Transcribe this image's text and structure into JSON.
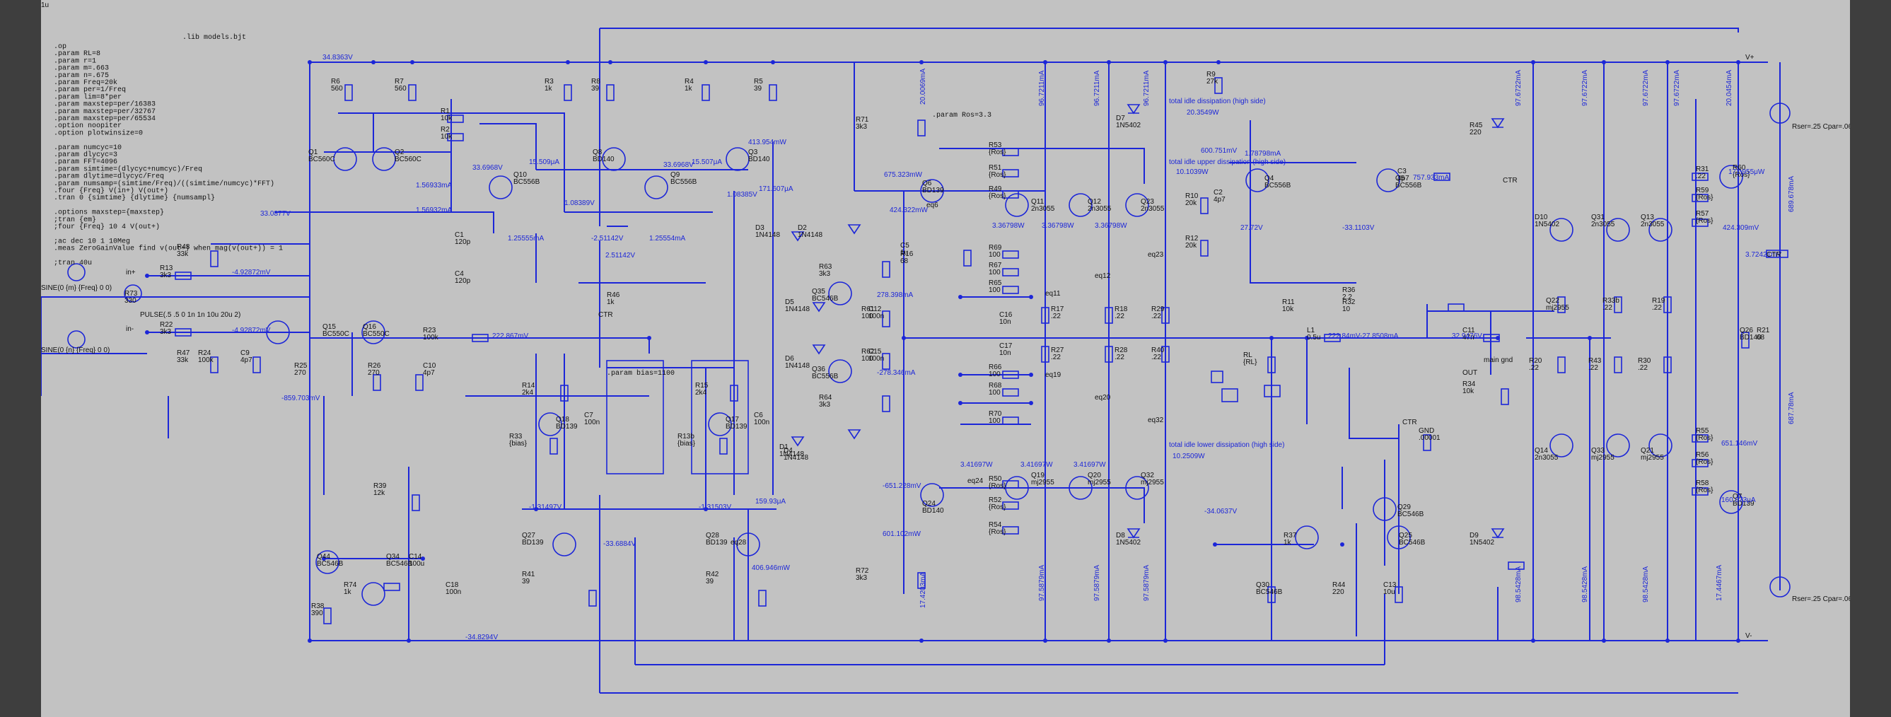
{
  "directives": [
    ".op",
    ".param RL=8",
    ".param r=1",
    ".param m=.663",
    ".param n=.675",
    ".param Freq=20k",
    ".param per=1/Freq",
    ".param lim=8*per",
    ".param maxstep=per/16383",
    ".param maxstep=per/32767",
    ".param maxstep=per/65534",
    ".option noopiter",
    ".option plotwinsize=0",
    "",
    ".param numcyc=10",
    ".param dlycyc=3",
    ".param FFT=4096",
    ".param simtime=(dlycyc+numcyc)/Freq",
    ".param dlytime=dlycyc/Freq",
    ".param numsamp=(simtime/Freq)/((simtime/numcyc)*FFT)",
    ".four {Freq} V(in+) V(out+)",
    ".tran 0 {simtime} {dlytime} {numsampl}",
    "",
    ".options maxstep={maxstep}",
    ";tran {em}",
    ";four {Freq} 10 4 V(out+)",
    "",
    ";ac dec 10 1 10Meg",
    ".meas ZeroGainValue find v(out+) when mag(v(out+)) = 1",
    "",
    ";tran 40u"
  ],
  "include": ".lib models.bjt",
  "param_bias": ".param bias=1100",
  "param_ros": ".param Ros=3.3",
  "components": [
    {
      "ref": "R6",
      "val": "560"
    },
    {
      "ref": "R7",
      "val": "560"
    },
    {
      "ref": "R3",
      "val": "1k"
    },
    {
      "ref": "R8",
      "val": "39"
    },
    {
      "ref": "R4",
      "val": "1k"
    },
    {
      "ref": "R5",
      "val": "39"
    },
    {
      "ref": "R1",
      "val": "10k"
    },
    {
      "ref": "R2",
      "val": "10k"
    },
    {
      "ref": "Q1",
      "val": "BC560C"
    },
    {
      "ref": "Q2",
      "val": "BC560C"
    },
    {
      "ref": "Q10",
      "val": "BC556B"
    },
    {
      "ref": "Q8",
      "val": "BD140"
    },
    {
      "ref": "Q9",
      "val": "BC556B"
    },
    {
      "ref": "Q3",
      "val": "BD140"
    },
    {
      "ref": "C1",
      "val": "120p"
    },
    {
      "ref": "C4",
      "val": "120p"
    },
    {
      "ref": "R48",
      "val": "33k"
    },
    {
      "ref": "R13",
      "val": "3k3"
    },
    {
      "ref": "R73",
      "val": "330"
    },
    {
      "ref": "R22",
      "val": "3k3"
    },
    {
      "ref": "R47",
      "val": "33k"
    },
    {
      "ref": "R24",
      "val": "100k"
    },
    {
      "ref": "C9",
      "val": "4p7"
    },
    {
      "ref": "Q15",
      "val": "BC550C"
    },
    {
      "ref": "Q16",
      "val": "BC550C"
    },
    {
      "ref": "R25",
      "val": "270"
    },
    {
      "ref": "R26",
      "val": "270"
    },
    {
      "ref": "R23",
      "val": "100k"
    },
    {
      "ref": "C10",
      "val": "4p7"
    },
    {
      "ref": "R46",
      "val": "1k"
    },
    {
      "ref": "R39",
      "val": "12k"
    },
    {
      "ref": "Q44",
      "val": "BC546B"
    },
    {
      "ref": "R74",
      "val": "1k"
    },
    {
      "ref": "Q34",
      "val": "BC546B"
    },
    {
      "ref": "C14",
      "val": "100u"
    },
    {
      "ref": "C18",
      "val": "100n"
    },
    {
      "ref": "R38",
      "val": "390"
    },
    {
      "ref": "R14",
      "val": "2k4"
    },
    {
      "ref": "R33",
      "val": "{bias}"
    },
    {
      "ref": "Q18",
      "val": "BD139"
    },
    {
      "ref": "C7",
      "val": "100n"
    },
    {
      "ref": "R15",
      "val": "2k4"
    },
    {
      "ref": "R13b",
      "val": "{bias}"
    },
    {
      "ref": "Q17",
      "val": "BD139"
    },
    {
      "ref": "C6",
      "val": "100n"
    },
    {
      "ref": "Q27",
      "val": "BD139"
    },
    {
      "ref": "R41",
      "val": "39"
    },
    {
      "ref": "Q28",
      "val": "BD139"
    },
    {
      "ref": "R42",
      "val": "39"
    },
    {
      "ref": "R71",
      "val": "3k3"
    },
    {
      "ref": "R72",
      "val": "3k3"
    },
    {
      "ref": "Q6",
      "val": "BD139"
    },
    {
      "ref": "Q24",
      "val": "BD140"
    },
    {
      "ref": "Q35",
      "val": "BC546B"
    },
    {
      "ref": "Q36",
      "val": "BC556B"
    },
    {
      "ref": "D2",
      "val": "1N4148"
    },
    {
      "ref": "D3",
      "val": "1N4148"
    },
    {
      "ref": "D5",
      "val": "1N4148"
    },
    {
      "ref": "D6",
      "val": "1N4148"
    },
    {
      "ref": "D4",
      "val": "1N4148"
    },
    {
      "ref": "D1",
      "val": "1N4148"
    },
    {
      "ref": "R63",
      "val": "3k3"
    },
    {
      "ref": "R64",
      "val": "3k3"
    },
    {
      "ref": "R61",
      "val": "100"
    },
    {
      "ref": "R62",
      "val": "100"
    },
    {
      "ref": "C12",
      "val": "100n"
    },
    {
      "ref": "C15",
      "val": "100n"
    },
    {
      "ref": "C5",
      "val": "1u"
    },
    {
      "ref": "R16",
      "val": "68"
    },
    {
      "ref": "R53",
      "val": "{Ros}"
    },
    {
      "ref": "R51",
      "val": "{Ros}"
    },
    {
      "ref": "R49",
      "val": "{Ros}"
    },
    {
      "ref": "R50",
      "val": "{Ros}"
    },
    {
      "ref": "R52",
      "val": "{Ros}"
    },
    {
      "ref": "R54",
      "val": "{Ros}"
    },
    {
      "ref": "R69",
      "val": "100"
    },
    {
      "ref": "R67",
      "val": "100"
    },
    {
      "ref": "R65",
      "val": "100"
    },
    {
      "ref": "C16",
      "val": "10n"
    },
    {
      "ref": "C17",
      "val": "10n"
    },
    {
      "ref": "R66",
      "val": "100"
    },
    {
      "ref": "R68",
      "val": "100"
    },
    {
      "ref": "R70",
      "val": "100"
    },
    {
      "ref": "Q11",
      "val": "2n3055"
    },
    {
      "ref": "Q12",
      "val": "2n3055"
    },
    {
      "ref": "Q23",
      "val": "2n3055"
    },
    {
      "ref": "Q19",
      "val": "mj2955"
    },
    {
      "ref": "Q20",
      "val": "mj2955"
    },
    {
      "ref": "Q32",
      "val": "mj2955"
    },
    {
      "ref": "R17",
      "val": ".22"
    },
    {
      "ref": "R18",
      "val": ".22"
    },
    {
      "ref": "R29",
      "val": ".22"
    },
    {
      "ref": "R27",
      "val": ".22"
    },
    {
      "ref": "R28",
      "val": ".22"
    },
    {
      "ref": "R40",
      "val": ".22"
    },
    {
      "ref": "D7",
      "val": "1N5402"
    },
    {
      "ref": "D8",
      "val": "1N5402"
    },
    {
      "ref": "R9",
      "val": "27k"
    },
    {
      "ref": "R10",
      "val": "20k"
    },
    {
      "ref": "R12",
      "val": "20k"
    },
    {
      "ref": "C2",
      "val": "4p7"
    },
    {
      "ref": "Q4",
      "val": "BC556B"
    },
    {
      "ref": "Q5",
      "val": "BC556B"
    },
    {
      "ref": "C3",
      "val": "4p7"
    },
    {
      "ref": "R11",
      "val": "10k"
    },
    {
      "ref": "L1",
      "val": "0.5u"
    },
    {
      "ref": "R36",
      "val": "2.2"
    },
    {
      "ref": "R32",
      "val": "10"
    },
    {
      "ref": "C11",
      "val": "47n"
    },
    {
      "ref": "RL",
      "val": "{RL}"
    },
    {
      "ref": "R34",
      "val": "10k"
    },
    {
      "ref": "GND",
      "val": ".00001"
    },
    {
      "ref": "R37",
      "val": "1k"
    },
    {
      "ref": "Q29",
      "val": "BC546B"
    },
    {
      "ref": "Q25",
      "val": "BC546B"
    },
    {
      "ref": "Q30",
      "val": "BC546B"
    },
    {
      "ref": "R44",
      "val": "220"
    },
    {
      "ref": "C13",
      "val": "10u"
    },
    {
      "ref": "R45",
      "val": "220"
    },
    {
      "ref": "D9",
      "val": "1N5402"
    },
    {
      "ref": "D10",
      "val": "1N5402"
    },
    {
      "ref": "Q31",
      "val": "2n3055"
    },
    {
      "ref": "Q13",
      "val": "2n3055"
    },
    {
      "ref": "Q14",
      "val": "2n3055"
    },
    {
      "ref": "Q33",
      "val": "mj2955"
    },
    {
      "ref": "Q21",
      "val": "mj2955"
    },
    {
      "ref": "Q22",
      "val": "mj2955"
    },
    {
      "ref": "R33b",
      "val": ".22"
    },
    {
      "ref": "R19",
      "val": ".22"
    },
    {
      "ref": "R20",
      "val": ".22"
    },
    {
      "ref": "R43",
      "val": ".22"
    },
    {
      "ref": "R30",
      "val": ".22"
    },
    {
      "ref": "R31",
      "val": ".22"
    },
    {
      "ref": "R59",
      "val": "{Ros}"
    },
    {
      "ref": "R57",
      "val": "{Ros}"
    },
    {
      "ref": "R55",
      "val": "{Ros}"
    },
    {
      "ref": "R56",
      "val": "{Ros}"
    },
    {
      "ref": "R58",
      "val": "{Ros}"
    },
    {
      "ref": "R60",
      "val": "{Ros}"
    },
    {
      "ref": "Q7",
      "val": "BD139"
    },
    {
      "ref": "Q26",
      "val": "BD140"
    },
    {
      "ref": "R21",
      "val": "68"
    },
    {
      "ref": "C8",
      "val": "1u"
    }
  ],
  "sources": {
    "V1": "SINE(0 {m} {Freq} 0 0)",
    "V2": "SINE(0 {n} {Freq} 0 0)",
    "V3": "PULSE(.5 .5 0 1n 1n 10u 20u 2)",
    "V_pos": "Rser=.25 Cpar=.06",
    "V_neg": "Rser=.25 Cpar=.06"
  },
  "probes": [
    "34.8363V",
    "-34.8294V",
    "33.0877V",
    "1.56933mA",
    "1.56932mA",
    "1.25555mA",
    "-2.51142V",
    "2.51142V",
    "1.25554mA",
    "15.509μA",
    "33.6968V",
    "33.6968V",
    "15.507μA",
    "1.08389V",
    "1.08385V",
    "413.954mW",
    "171.607μA",
    "-4.92872mV",
    "-4.92872mV",
    "222.867mV",
    "-859.703mV",
    "278.398mA",
    "-278.346mA",
    "675.323mW",
    "424.322mW",
    "3.36798W",
    "3.36798W",
    "3.36798W",
    "3.41697W",
    "3.41697W",
    "3.41697W",
    "-651.228mV",
    "601.102mW",
    "159.93μA",
    "-1.31497V",
    "-1.31503V",
    "-33.6884V",
    "406.946mW",
    "20.3549W",
    "10.1039W",
    "600.751mV",
    "757.933mA",
    "27.72V",
    "-33.1103V",
    "-27.8508mA",
    "222.84mV",
    "32.9476V",
    "10.2509W",
    "-34.0637V",
    "651.146mV",
    "171.955μW",
    "424.309mV",
    "3.72421mV",
    "160.073μA",
    "689.678mA",
    "687.78mA",
    "20.0069mA",
    "96.7211mA",
    "96.7211mA",
    "96.7211mA",
    "97.6722mA",
    "97.6722mA",
    "97.6722mA",
    "97.6722mA",
    "20.0454mA",
    "97.5879mA",
    "97.5879mA",
    "97.5879mA",
    "17.4467mA",
    "17.4203mA",
    "98.5428mA",
    "98.5428mA",
    "98.5428mA",
    "1.78798mA"
  ],
  "power_labels": {
    "vplus": "V+",
    "vminus": "V-"
  },
  "net_labels": {
    "in_plus": "in+",
    "in_minus": "in-",
    "out": "OUT",
    "ctr": "CTR",
    "main_gnd": "main gnd",
    "eq6": "eq6",
    "eq11": "eq11",
    "eq12": "eq12",
    "eq19": "eq19",
    "eq20": "eq20",
    "eq23": "eq23",
    "eq32": "eq32",
    "eq24": "eq24",
    "eq28": "eq28"
  },
  "annotations": {
    "high_idle": "total idle dissipation (high side)",
    "high_upper": "total idle upper dissipation (high side)",
    "low_idle": "total idle lower dissipation (high side)"
  },
  "colors": {
    "wire": "#1c26d8",
    "sheet": "#c2c2c2",
    "text": "#111111",
    "frame": "#3e3e3e"
  }
}
